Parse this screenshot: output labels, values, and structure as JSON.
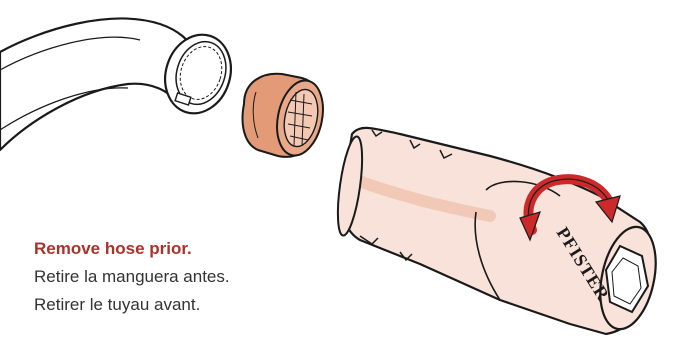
{
  "instruction": {
    "english": "Remove hose prior.",
    "spanish": "Retire la manguera antes.",
    "french": "Retirer le tuyau avant."
  },
  "tool": {
    "brand_engraving": "PFISTER"
  },
  "colors": {
    "instruction_primary": "#a9332b",
    "instruction_secondary": "#333333",
    "tool_body": "#f8e2d9",
    "tool_shadow": "#f2c9b6",
    "cartridge": "#e39a77",
    "rotation_arrow": "#cc2a2a",
    "outline": "#1a1a1a"
  }
}
